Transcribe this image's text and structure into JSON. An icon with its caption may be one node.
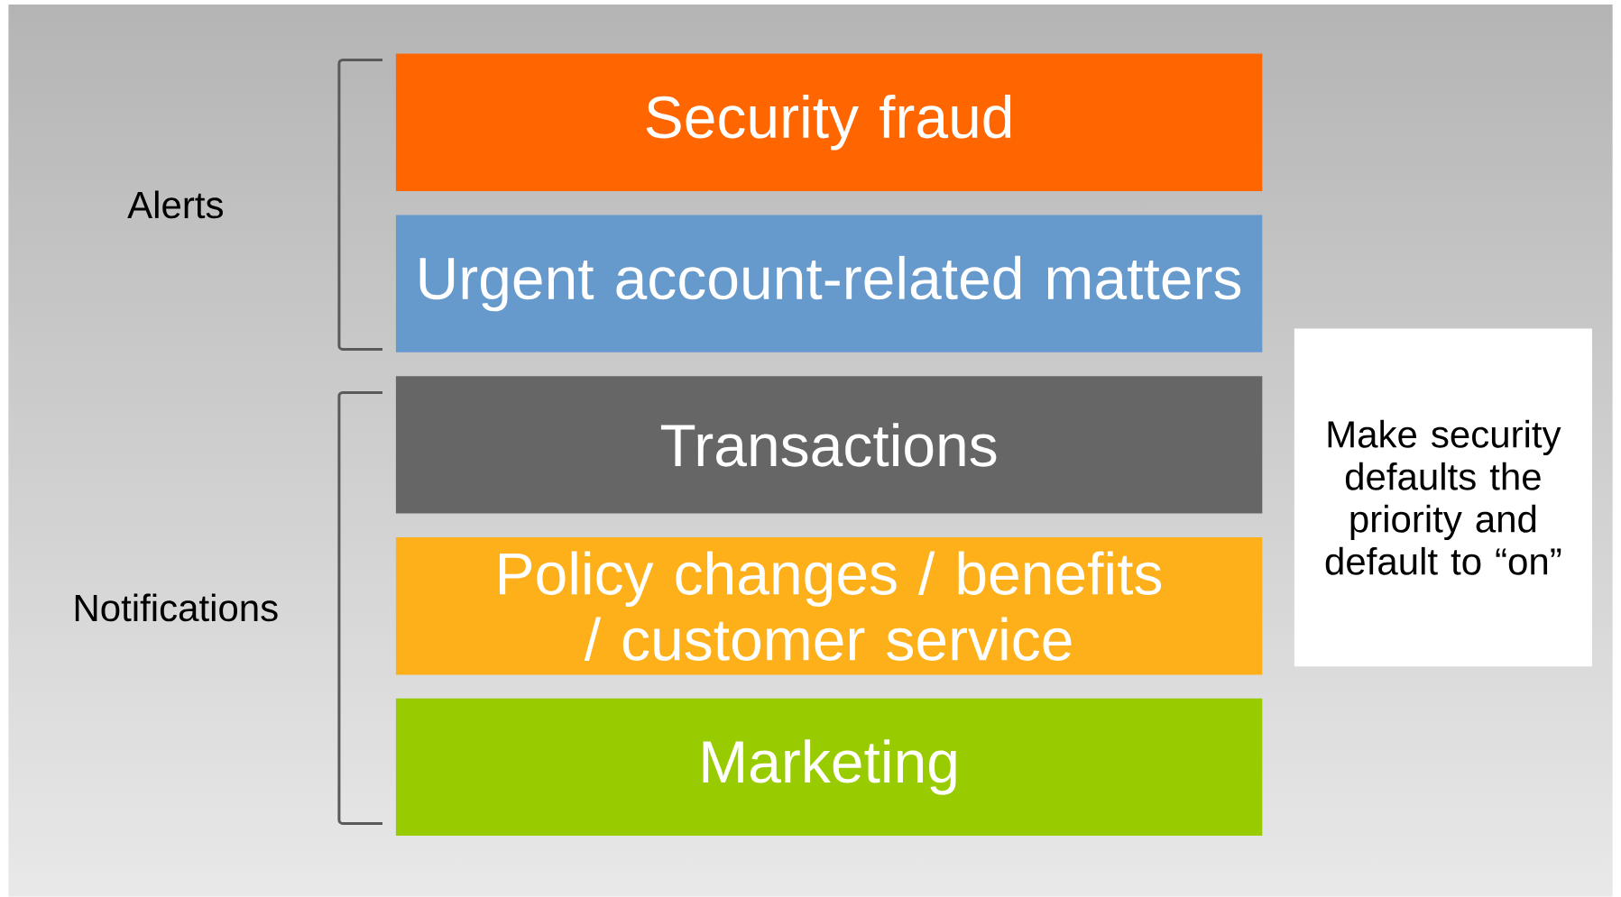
{
  "diagram": {
    "nodes": [
      {
        "text": [
          "Security fraud"
        ]
      },
      {
        "text": [
          "Urgent account-related matters"
        ]
      },
      {
        "text": [
          "Transactions"
        ]
      },
      {
        "text": [
          "Policy changes / benefits / customer service"
        ]
      },
      {
        "text": [
          "Marketing"
        ]
      },
      {
        "text": [
          "Make security defaults the priority and default to “on”"
        ]
      }
    ],
    "labels": [
      "Alerts",
      "Notifications"
    ]
  }
}
